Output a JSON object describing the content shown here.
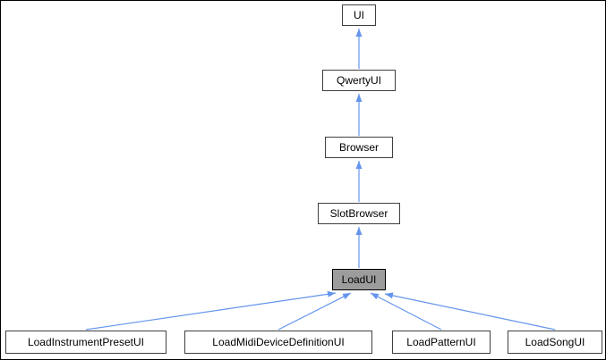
{
  "diagram": {
    "type": "inheritance-graph",
    "nodes": {
      "ui": {
        "label": "UI"
      },
      "qwerty_ui": {
        "label": "QwertyUI"
      },
      "browser": {
        "label": "Browser"
      },
      "slot_browser": {
        "label": "SlotBrowser"
      },
      "load_ui": {
        "label": "LoadUI",
        "highlighted": true
      },
      "load_instrument_preset_ui": {
        "label": "LoadInstrumentPresetUI"
      },
      "load_midi_device_definition_ui": {
        "label": "LoadMidiDeviceDefinitionUI"
      },
      "load_pattern_ui": {
        "label": "LoadPatternUI"
      },
      "load_song_ui": {
        "label": "LoadSongUI"
      }
    },
    "edges": [
      {
        "from": "QwertyUI",
        "to": "UI"
      },
      {
        "from": "Browser",
        "to": "QwertyUI"
      },
      {
        "from": "SlotBrowser",
        "to": "Browser"
      },
      {
        "from": "LoadUI",
        "to": "SlotBrowser"
      },
      {
        "from": "LoadInstrumentPresetUI",
        "to": "LoadUI"
      },
      {
        "from": "LoadMidiDeviceDefinitionUI",
        "to": "LoadUI"
      },
      {
        "from": "LoadPatternUI",
        "to": "LoadUI"
      },
      {
        "from": "LoadSongUI",
        "to": "LoadUI"
      }
    ],
    "colors": {
      "edge": "#6495ED",
      "node-border": "#404040",
      "node-fill": "#ffffff",
      "highlight-fill": "#9c9c9c",
      "text": "#000000",
      "background": "#ffffff",
      "frame-border": "#000000"
    }
  }
}
